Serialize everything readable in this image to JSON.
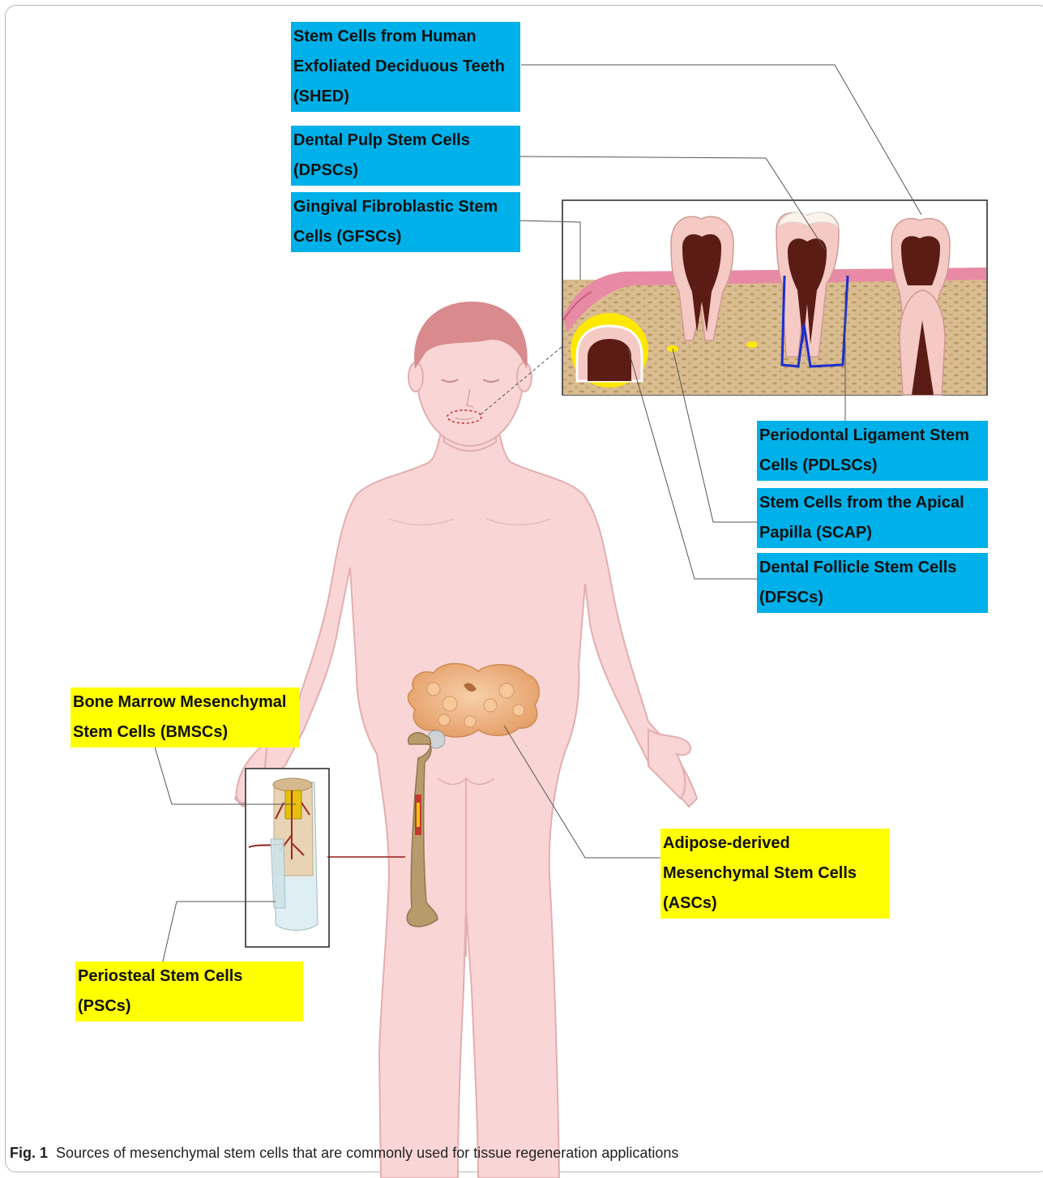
{
  "labels": {
    "shed": {
      "lines": [
        "Stem Cells from Human",
        "Exfoliated Deciduous Teeth",
        "(SHED)"
      ],
      "color": "#00b0e8"
    },
    "dpsc": {
      "lines": [
        "Dental Pulp Stem Cells",
        "(DPSCs)"
      ],
      "color": "#00b0e8"
    },
    "gfsc": {
      "lines": [
        "Gingival Fibroblastic Stem",
        "Cells (GFSCs)"
      ],
      "color": "#00b0e8"
    },
    "pdlsc": {
      "lines": [
        "Periodontal Ligament Stem",
        "Cells (PDLSCs)"
      ],
      "color": "#00b0e8"
    },
    "scap": {
      "lines": [
        "Stem Cells from the Apical",
        "Papilla (SCAP)"
      ],
      "color": "#00b0e8"
    },
    "dfsc": {
      "lines": [
        "Dental Follicle Stem Cells",
        "(DFSCs)"
      ],
      "color": "#00b0e8"
    },
    "bmsc": {
      "lines": [
        "Bone Marrow Mesenchymal",
        "Stem Cells (BMSCs)"
      ],
      "color": "#ffff00"
    },
    "asc": {
      "lines": [
        "Adipose-derived",
        "Mesenchymal Stem Cells",
        "(ASCs)"
      ],
      "color": "#ffff00"
    },
    "psc": {
      "lines": [
        "Periosteal Stem Cells",
        "(PSCs)"
      ],
      "color": "#ffff00"
    }
  },
  "caption": {
    "fig": "Fig. 1",
    "text": "Sources of mesenchymal stem cells that are commonly used for tissue regeneration applications"
  },
  "colors": {
    "skin": "#f9d6d5",
    "skin_outline": "#e2aeb0",
    "hair": "#d98a8d",
    "bone": "#b89b6d",
    "fat": "#f0b583",
    "gum_pink": "#e88aa5",
    "jaw_bone": "#d8b98c",
    "pulp": "#5a1c14"
  },
  "icons": [
    "human-body-icon",
    "tooth-cross-section-icon",
    "femur-bone-icon",
    "adipose-tissue-icon",
    "bone-cylinder-icon"
  ]
}
